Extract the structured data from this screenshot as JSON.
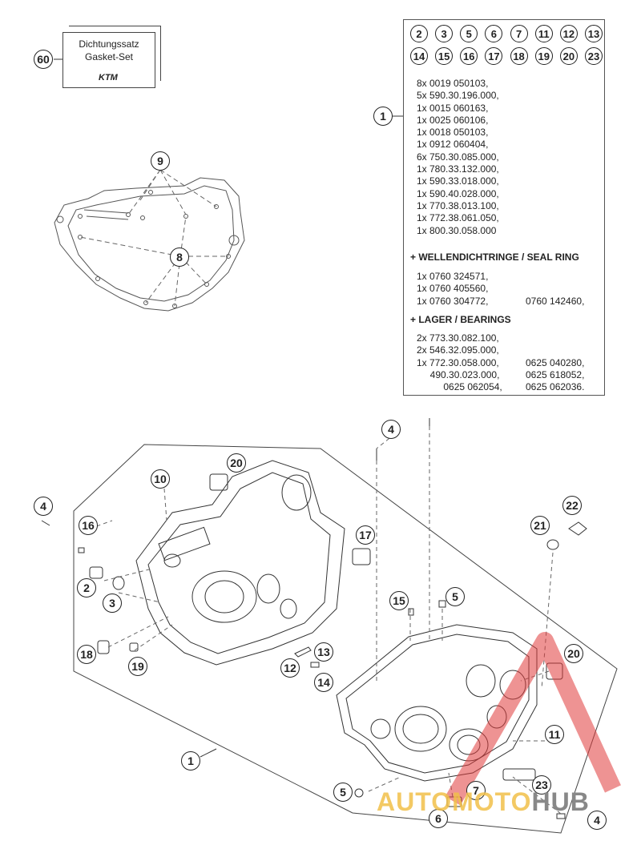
{
  "gasket_set": {
    "callout": "60",
    "line1": "Dichtungssatz",
    "line2": "Gasket-Set",
    "brand": "KTM"
  },
  "kit_numbers_row1": [
    "2",
    "3",
    "5",
    "6",
    "7",
    "11",
    "12",
    "13"
  ],
  "kit_numbers_row2": [
    "14",
    "15",
    "16",
    "17",
    "18",
    "19",
    "20",
    "23"
  ],
  "kit_callout": "1",
  "parts": [
    "8x 0019 050103,",
    "5x 590.30.196.000,",
    "1x 0015 060163,",
    "1x 0025 060106,",
    "1x 0018 050103,",
    "1x 0912 060404,",
    "6x 750.30.085.000,",
    "1x 780.33.132.000,",
    "1x 590.33.018.000,",
    "1x 590.40.028.000,",
    "1x 770.38.013.100,",
    "1x 772.38.061.050,",
    "1x 800.30.058.000"
  ],
  "seal_heading": "+ WELLENDICHTRINGE /  SEAL RING",
  "seals": [
    [
      "1x 0760 324571,",
      ""
    ],
    [
      "1x 0760 405560,",
      ""
    ],
    [
      "1x 0760 304772,",
      "0760 142460,"
    ]
  ],
  "bearing_heading": "+ LAGER / BEARINGS",
  "bearings": [
    [
      "2x 773.30.082.100,",
      ""
    ],
    [
      "2x 546.32.095.000,",
      ""
    ],
    [
      "1x 772.30.058.000,",
      "0625 040280,"
    ],
    [
      "     490.30.023.000,",
      "0625 618052,"
    ],
    [
      "          0625 062054,",
      "0625 062036."
    ]
  ],
  "callouts": {
    "c9": "9",
    "c8": "8",
    "c4a": "4",
    "c4b": "4",
    "c4c": "4",
    "c20a": "20",
    "c20b": "20",
    "c10": "10",
    "c16": "16",
    "c17": "17",
    "c2": "2",
    "c3": "3",
    "c18": "18",
    "c19": "19",
    "c12": "12",
    "c13": "13",
    "c14": "14",
    "c15": "15",
    "c5a": "5",
    "c5b": "5",
    "c21": "21",
    "c22": "22",
    "c11": "11",
    "c23": "23",
    "c7": "7",
    "c6": "6",
    "c1": "1"
  },
  "watermark": {
    "part1": "AUTOMOTO",
    "part2": "HUB",
    "accent": "#e03a3a"
  }
}
